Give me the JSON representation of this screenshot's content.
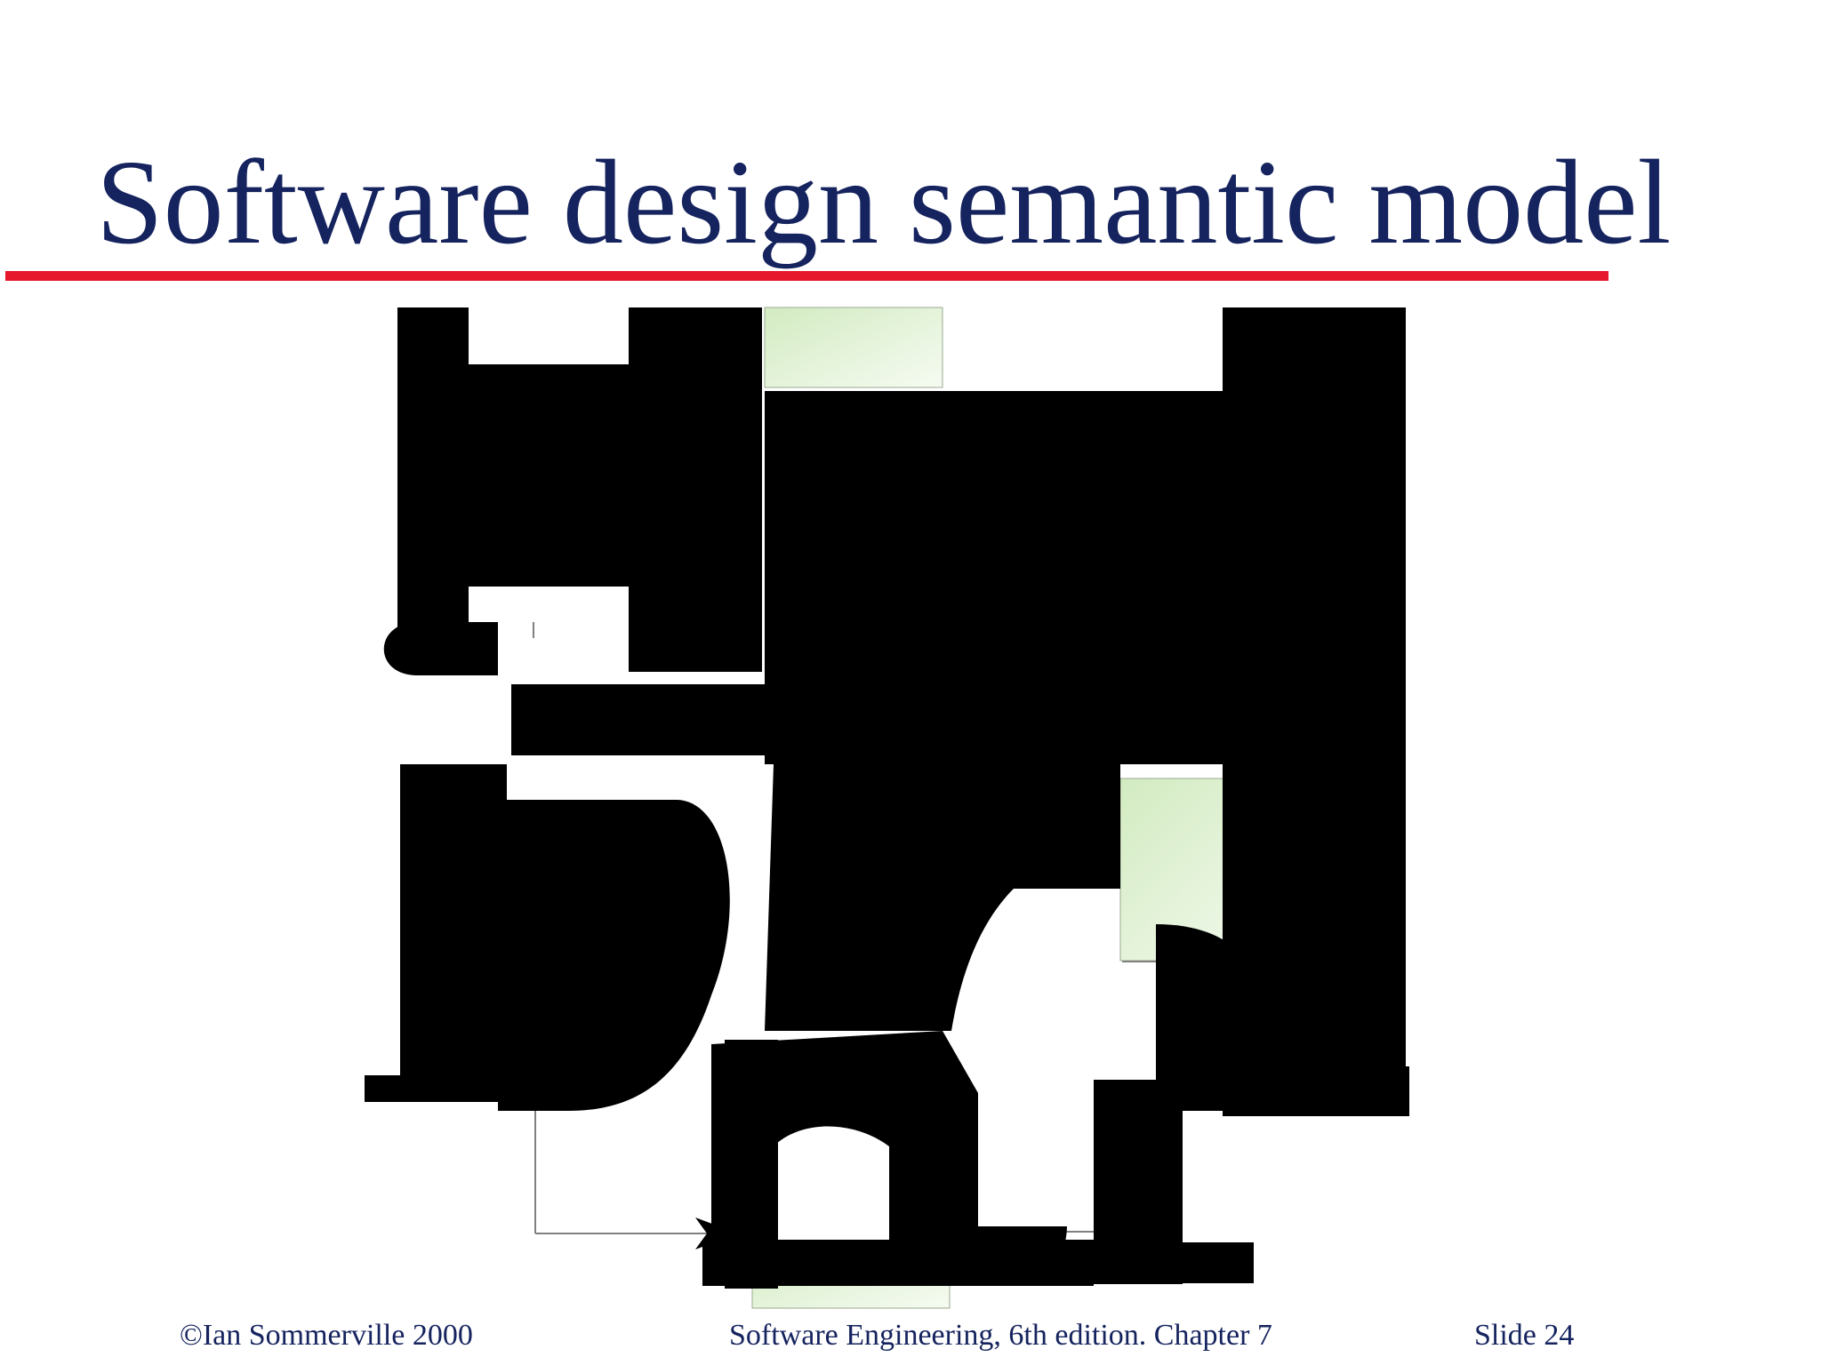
{
  "slide": {
    "title": "Software design semantic model",
    "footer": {
      "copyright": "©Ian Sommerville 2000",
      "book": "Software Engineering, 6th edition. Chapter 7",
      "slide_number": "Slide  24"
    }
  },
  "colors": {
    "title": "#15235e",
    "rule": "#e6182c",
    "box_fill": "#e3f3d8",
    "line": "#808080",
    "overlay": "#000000"
  }
}
